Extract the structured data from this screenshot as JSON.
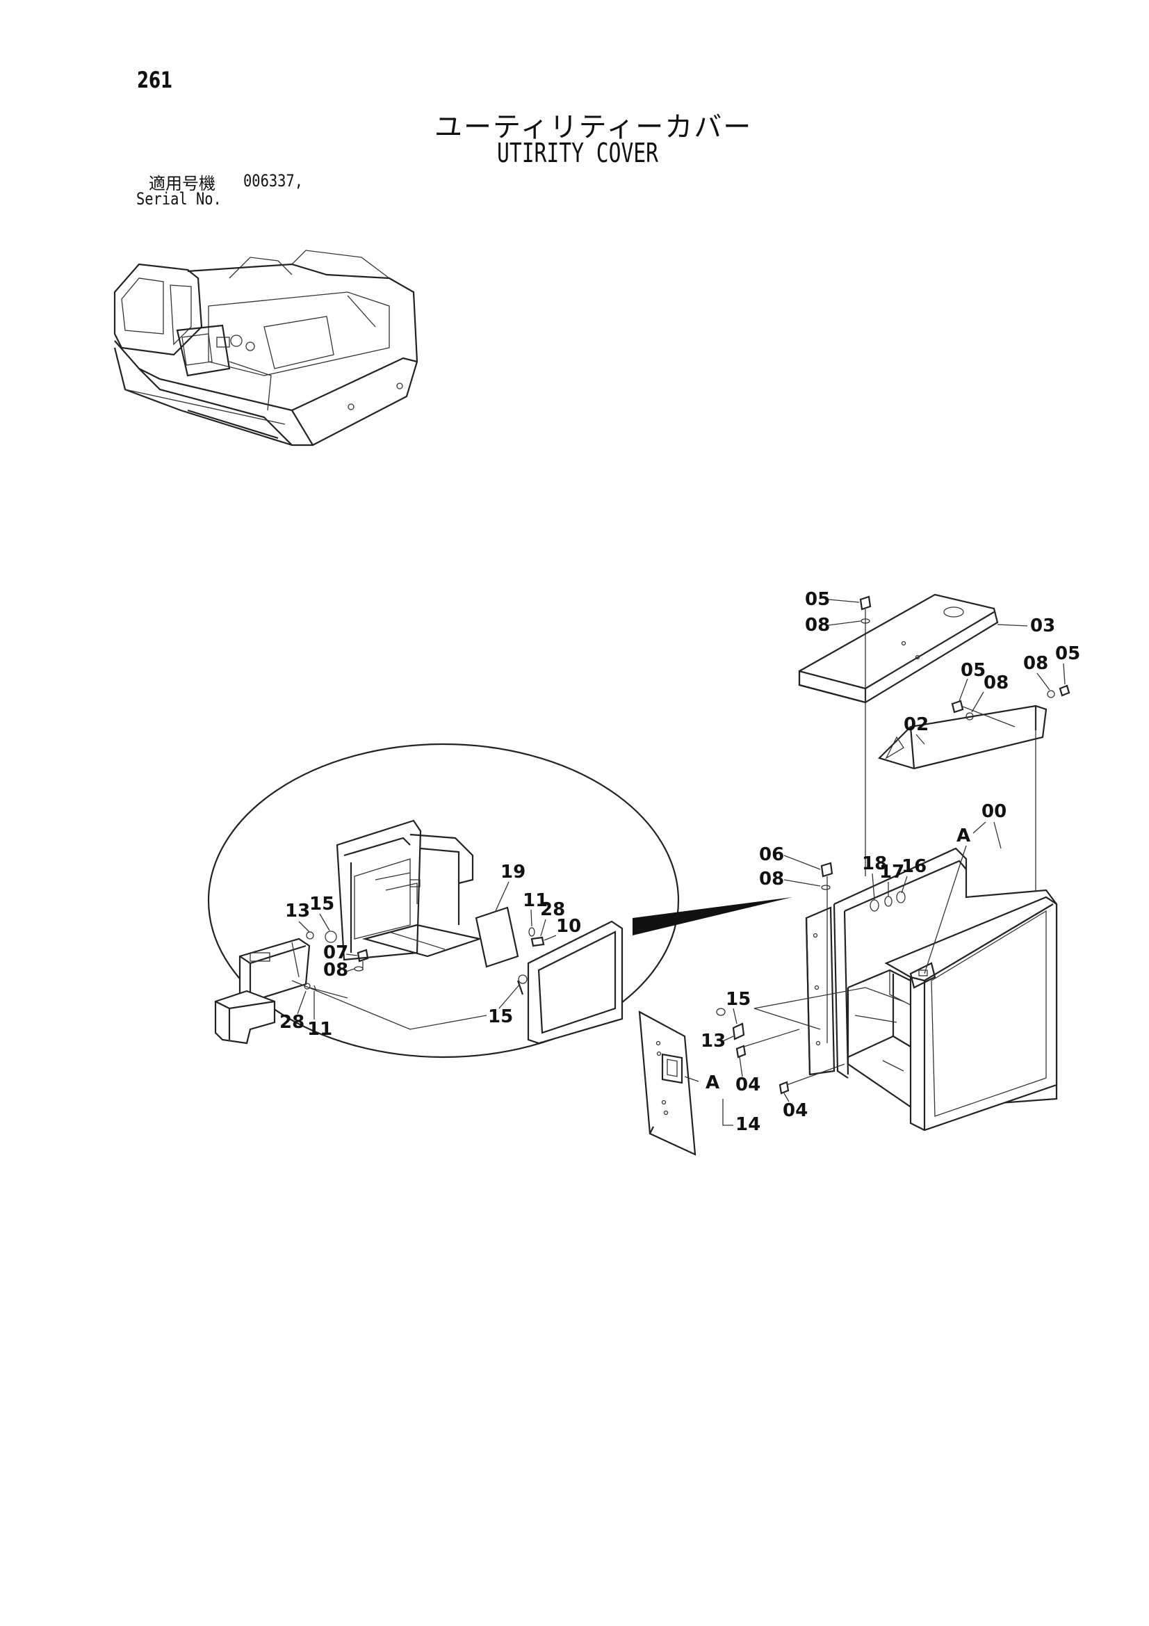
{
  "page": {
    "number": "261",
    "title_ja": "ユーティリティーカバー",
    "title_en": "UTIRITY COVER",
    "serial_label_ja": "適用号機",
    "serial_value": "006337,",
    "serial_label_en": "Serial No."
  },
  "diagram": {
    "labels": [
      "05",
      "08",
      "03",
      "05",
      "08",
      "08",
      "05",
      "02",
      "00",
      "A",
      "16",
      "17",
      "18",
      "06",
      "08",
      "15",
      "13",
      "04",
      "04",
      "A",
      "14",
      "19",
      "13",
      "15",
      "07",
      "08",
      "11",
      "28",
      "10",
      "15",
      "28",
      "11"
    ]
  }
}
